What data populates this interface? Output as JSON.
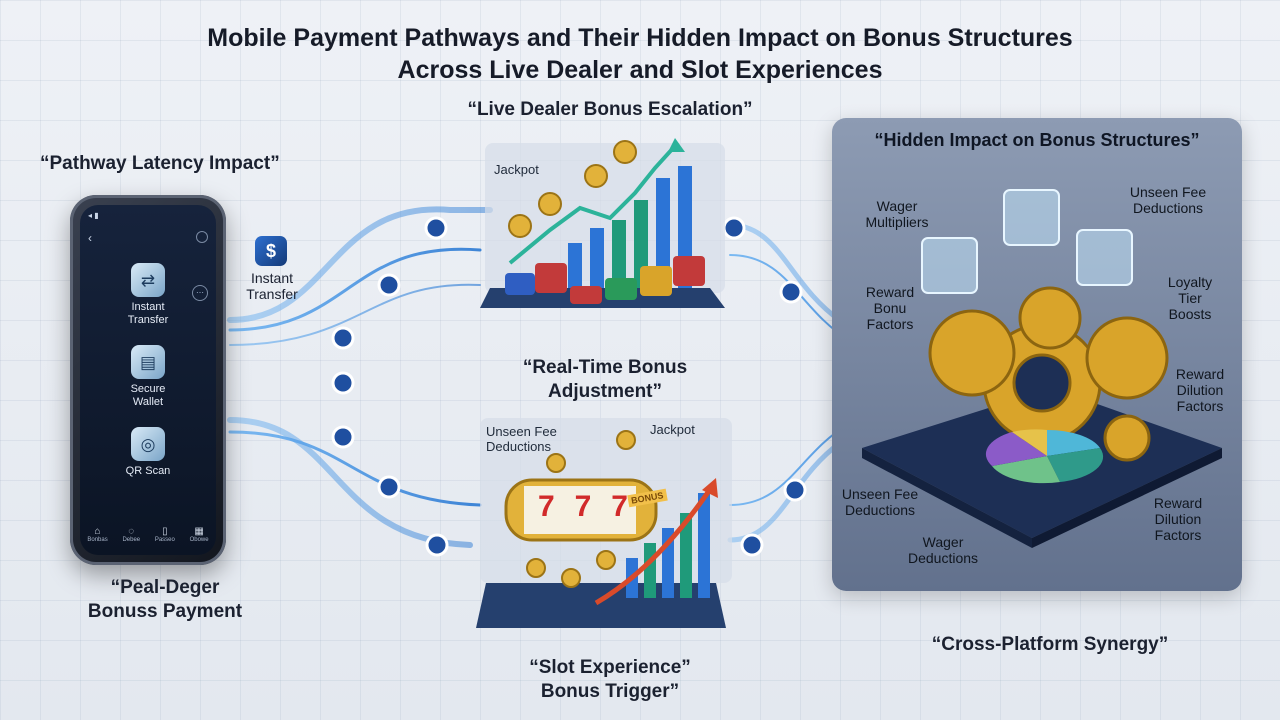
{
  "title": {
    "line1": "Mobile Payment Pathways and Their Hidden Impact on Bonus Structures",
    "line2": "Across Live Dealer and Slot Experiences"
  },
  "labels": {
    "pathway_latency": "“Pathway Latency Impact”",
    "peal_deger_1": "“Peal-Deger",
    "peal_deger_2": "Bonuss Payment",
    "instant_transfer_1": "Instant",
    "instant_transfer_2": "Transfer",
    "live_dealer": "“Live Dealer Bonus Escalation”",
    "real_time_1": "“Real-Time Bonus",
    "real_time_2": "Adjustment”",
    "slot_exp_1": "“Slot Experience”",
    "slot_exp_2": "Bonus Trigger”",
    "cross_platform": "“Cross-Platform Synergy”"
  },
  "phone": {
    "items": [
      {
        "label_1": "Instant",
        "label_2": "Transfer",
        "icon": "transfer-icon"
      },
      {
        "label_1": "Secure",
        "label_2": "Wallet",
        "icon": "wallet-icon"
      },
      {
        "label_1": "QR Scan",
        "label_2": "",
        "icon": "qr-icon"
      }
    ],
    "tabs": [
      "Bonbas",
      "Debee",
      "Passeo",
      "Obowe"
    ]
  },
  "live_scene": {
    "jackpot": "Jackpot"
  },
  "slot_scene": {
    "unseen_1": "Unseen Fee",
    "unseen_2": "Deductions",
    "jackpot": "Jackpot",
    "reel": [
      "7",
      "7",
      "7"
    ],
    "reel_banner": "BONUS"
  },
  "panel": {
    "title": "“Hidden Impact on Bonus Structures”",
    "wager_mult_1": "Wager",
    "wager_mult_2": "Multipliers",
    "unseen_top_1": "Unseen Fee",
    "unseen_top_2": "Deductions",
    "reward_bonu_1": "Reward",
    "reward_bonu_2": "Bonu",
    "reward_bonu_3": "Factors",
    "loyalty_1": "Loyalty",
    "loyalty_2": "Tier",
    "loyalty_3": "Boosts",
    "reward_dil_1": "Reward",
    "reward_dil_2": "Dilution",
    "reward_dil_3": "Factors",
    "unseen_bot_1": "Unseen Fee",
    "unseen_bot_2": "Deductions",
    "reward_dil2_1": "Reward",
    "reward_dil2_2": "Dilution",
    "reward_dil2_3": "Factors",
    "wager_ded_1": "Wager",
    "wager_ded_2": "Deductions"
  },
  "colors": {
    "flow": "#3a8fe0",
    "gold": "#d9a42a",
    "panel_bg": "#7686a2"
  }
}
